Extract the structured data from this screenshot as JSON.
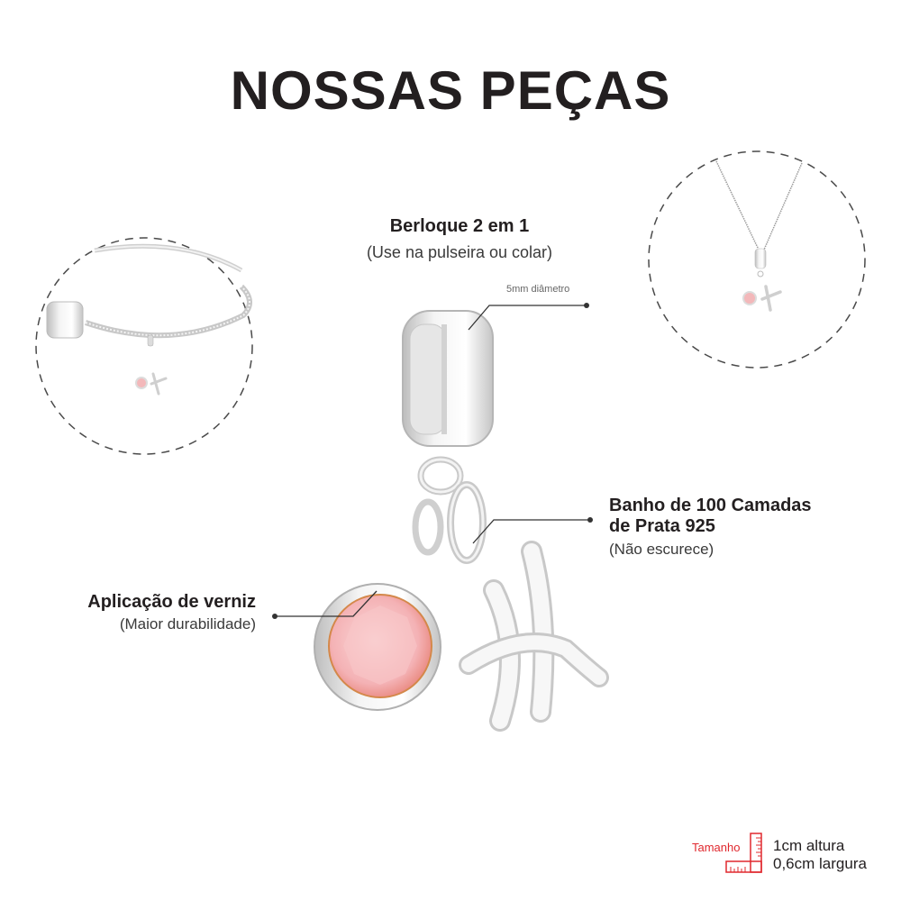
{
  "header": {
    "title": "NOSSAS PEÇAS"
  },
  "product": {
    "name": "Berloque 2 em 1",
    "usage": "(Use na pulseira ou colar)",
    "stone_color": "#f2b3b6",
    "metal_color": "#d9d9d9"
  },
  "callouts": {
    "diameter": {
      "text": "5mm diâmetro"
    },
    "plating": {
      "title_line1": "Banho de 100 Camadas",
      "title_line2": "de Prata 925",
      "sub": "(Não escurece)"
    },
    "varnish": {
      "title": "Aplicação de verniz",
      "sub": "(Maior durabilidade)"
    }
  },
  "examples": {
    "bracelet": {
      "label": "bracelet-example"
    },
    "necklace": {
      "label": "necklace-example"
    }
  },
  "size": {
    "label": "Tamanho",
    "height": "1cm altura",
    "width": "0,6cm largura",
    "accent_color": "#e0282e"
  }
}
